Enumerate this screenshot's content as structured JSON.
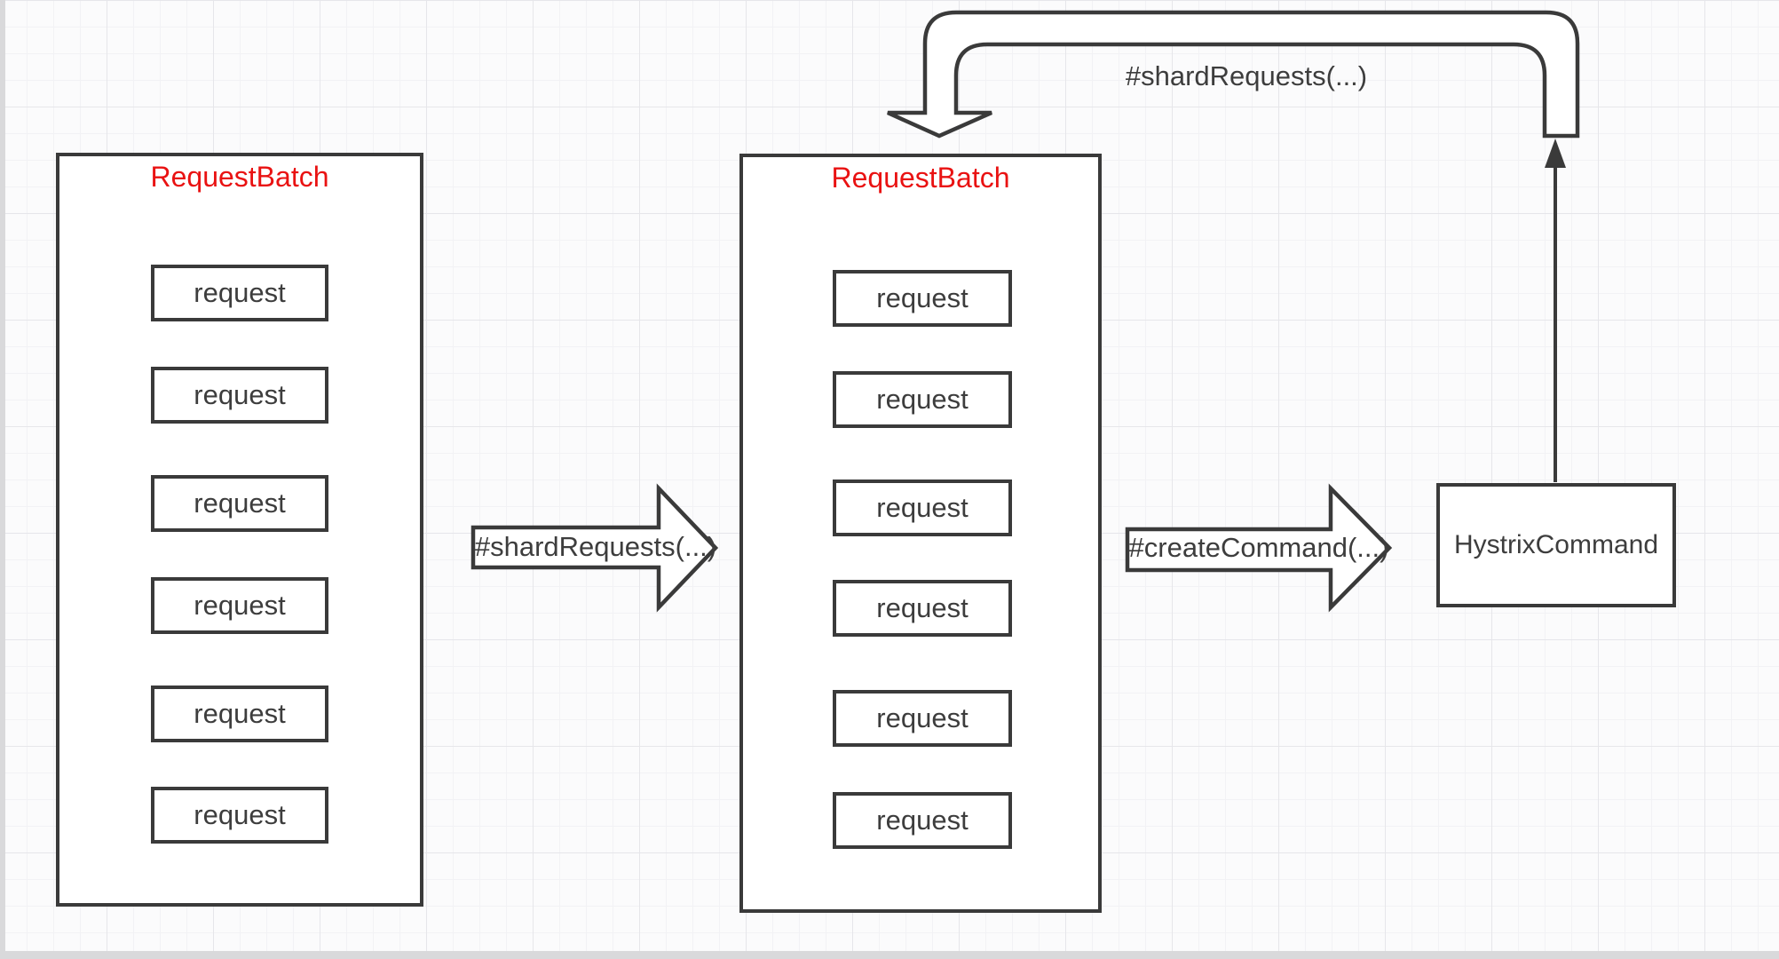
{
  "diagram": {
    "left_batch": {
      "title": "RequestBatch",
      "requests": [
        "request",
        "request",
        "request",
        "request",
        "request",
        "request"
      ]
    },
    "middle_batch": {
      "title": "RequestBatch",
      "requests": [
        "request",
        "request",
        "request",
        "request",
        "request",
        "request"
      ]
    },
    "hystrix": {
      "label": "HystrixCommand"
    },
    "flow_labels": {
      "shard_requests_mid": "#shardRequests(...)",
      "create_command": "#createCommand(...)",
      "shard_requests_top": "#shardRequests(...)"
    },
    "colors": {
      "stroke": "#3a3a3a",
      "title_red": "#e91212",
      "text": "#3d3d3d",
      "grid_minor": "#f2f2f5",
      "grid_major": "#e6e6ea",
      "canvas_bg": "#fbfbfc"
    }
  }
}
